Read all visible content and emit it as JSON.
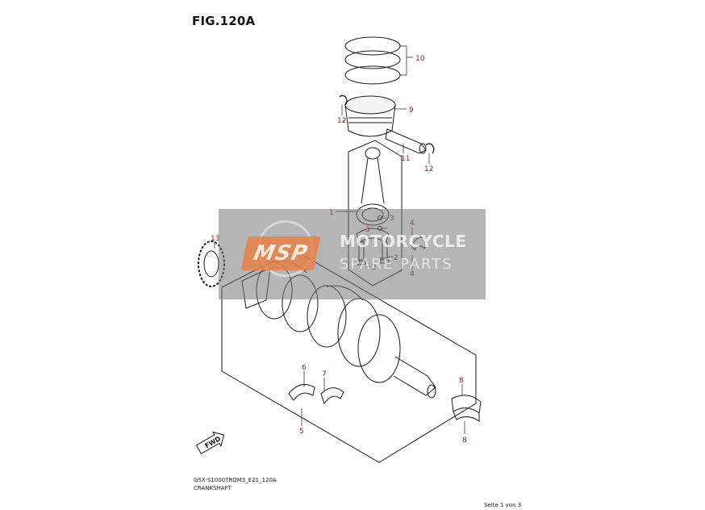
{
  "figure": {
    "title": "FIG.120A"
  },
  "callouts": {
    "c1": "1",
    "c2a": "2",
    "c2b": "2",
    "c3a": "3",
    "c3b": "3",
    "c4a": "4",
    "c4b": "4",
    "c5": "5",
    "c6": "6",
    "c7": "7",
    "c8a": "8",
    "c8b": "8",
    "c9": "9",
    "c10": "10",
    "c11": "11",
    "c12a": "12",
    "c12b": "12",
    "c13": "13"
  },
  "fwd_label": "FWD",
  "watermark": {
    "logo": "MSP",
    "line1": "MOTORCYCLE",
    "line2": "SPARE PARTS"
  },
  "footer": {
    "model_code": "GSX-S1000TRQM3_E21_120A",
    "part_group": "CRANKSHAFT",
    "page": "Seite 1 von 3"
  },
  "colors": {
    "callout": "#8a1a1a",
    "line": "#1a1a1a",
    "watermark_overlay": "#787878",
    "watermark_logo": "#e88048"
  }
}
